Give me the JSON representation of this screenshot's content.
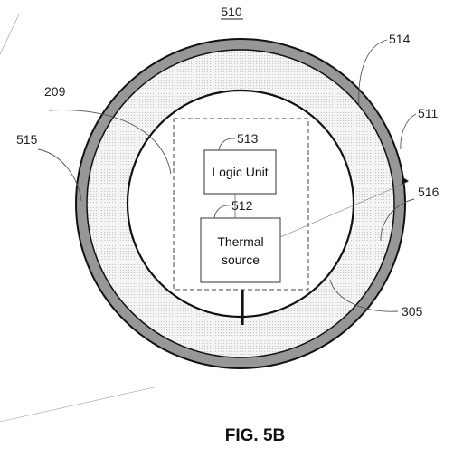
{
  "figure": {
    "number_label": "510",
    "caption": "FIG. 5B"
  },
  "boxes": {
    "logic_unit": {
      "text": "Logic Unit",
      "ref": "513"
    },
    "thermal_source": {
      "line1": "Thermal",
      "line2": "source",
      "ref": "512"
    }
  },
  "refs": {
    "outer_ring": "514",
    "outer_ring_edge": "511",
    "left_ring": "515",
    "dashed_enclosure": "209",
    "inner_region": "516",
    "inner_circle": "305"
  },
  "colors": {
    "ring_fill": "#9a9a9a",
    "dotted_fill": "#eeeeee",
    "stroke": "#111111"
  }
}
